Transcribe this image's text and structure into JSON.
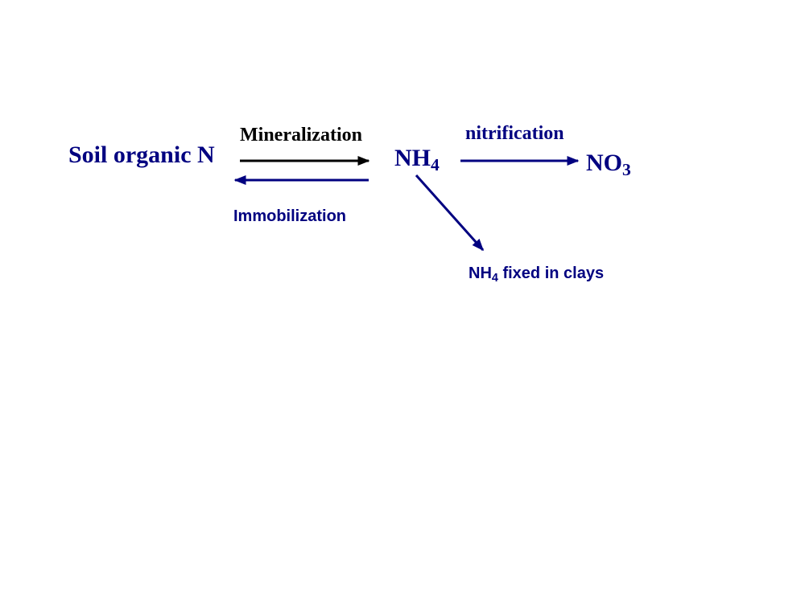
{
  "colors": {
    "primary": "#000080",
    "label_dark": "#000000",
    "background": "#ffffff"
  },
  "nodes": {
    "soil_organic_n": "Soil organic N",
    "nh4": {
      "base": "NH",
      "sub": "4"
    },
    "no3": {
      "base": "NO",
      "sub": "3"
    },
    "nh4_fixed": {
      "base": "NH",
      "sub": "4",
      "suffix": " fixed in clays"
    }
  },
  "processes": {
    "mineralization": "Mineralization",
    "immobilization": "Immobilization",
    "nitrification": "nitrification"
  }
}
